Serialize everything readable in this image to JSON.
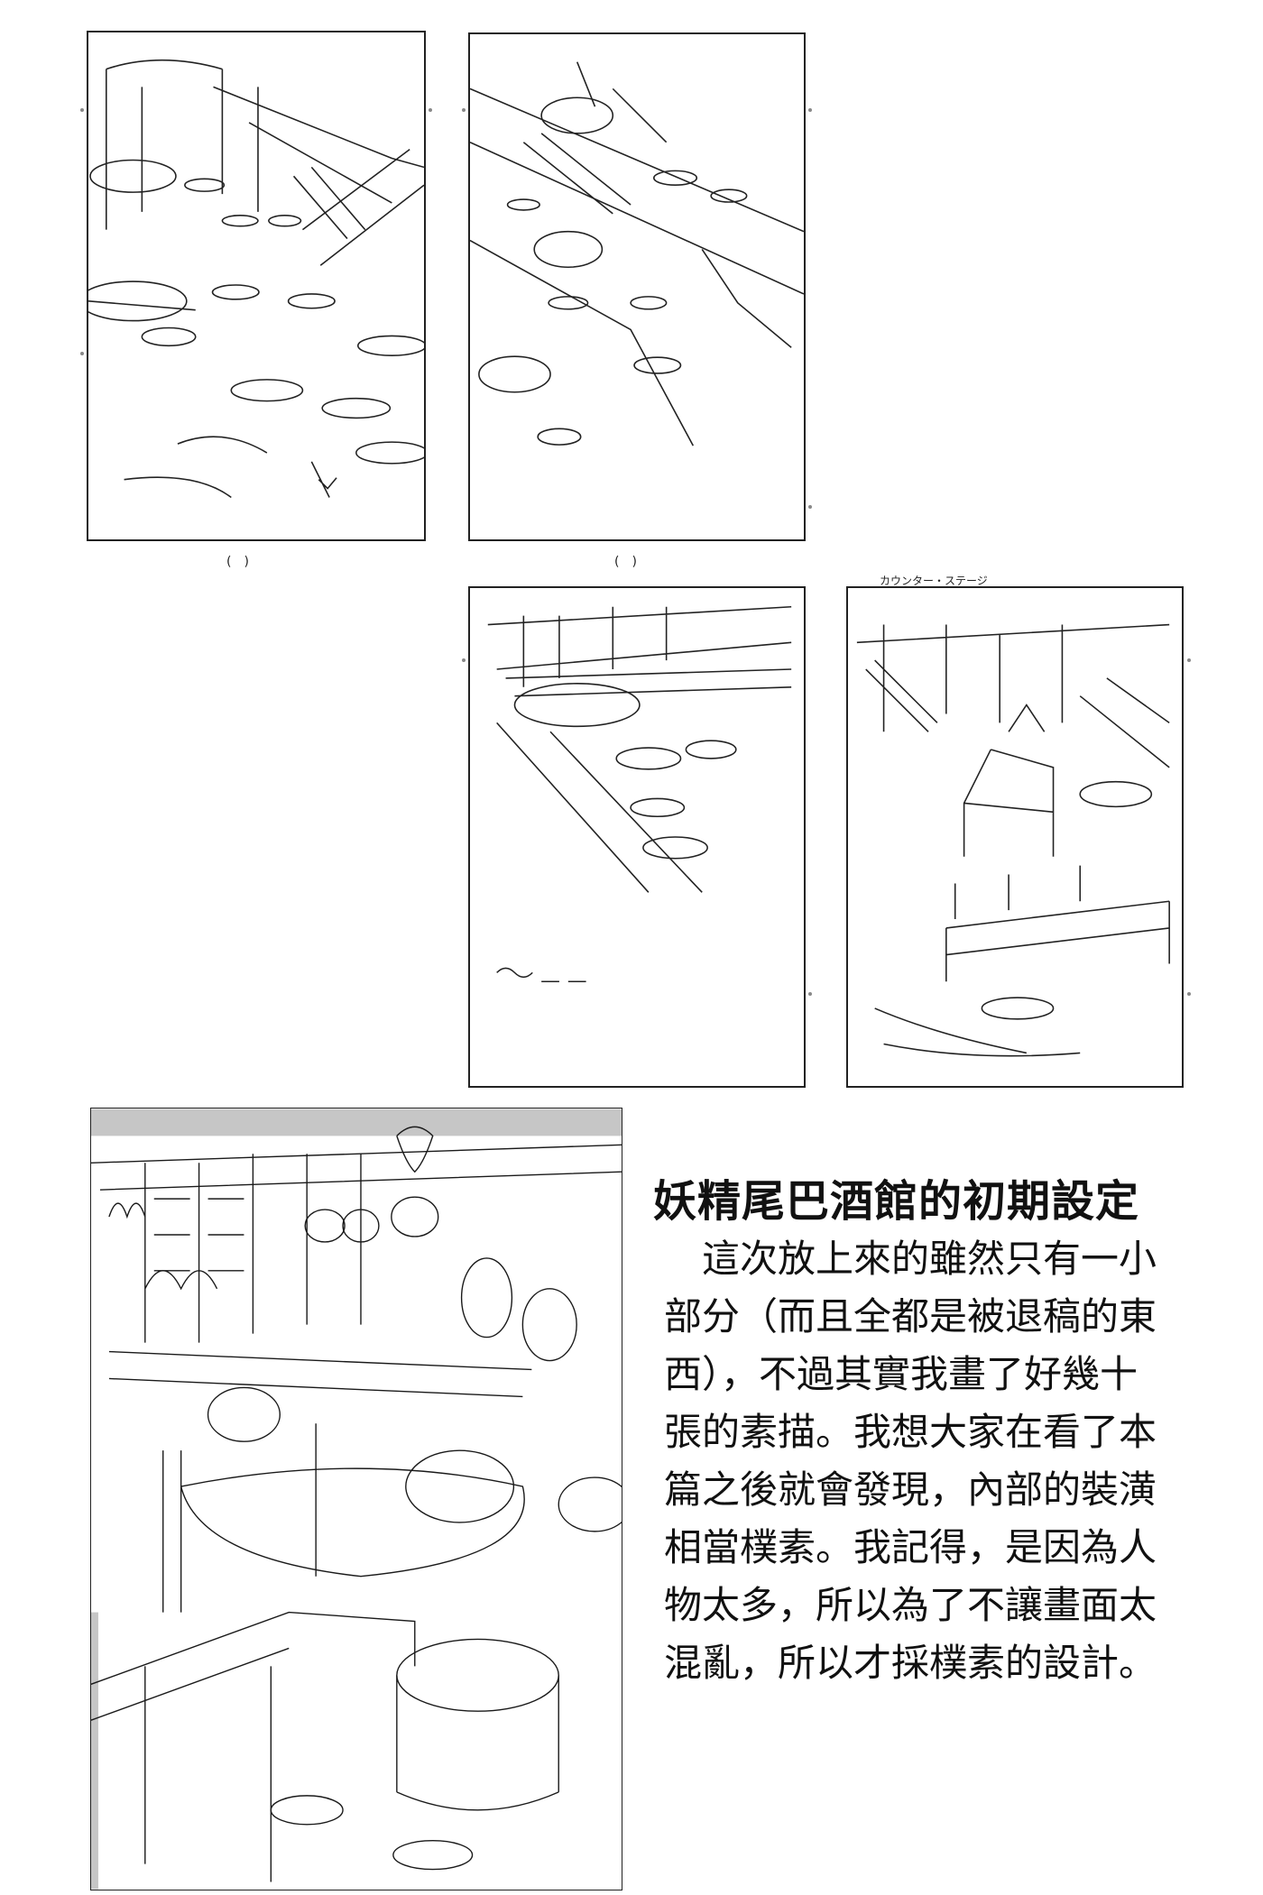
{
  "page": {
    "title": "妖精尾巴酒館的初期設定",
    "body_lines": [
      "這次放上來的雖然只有一小",
      "部分（而且全都是被退稿的東",
      "西），不過其實我畫了好幾十",
      "張的素描。我想大家在看了本",
      "篇之後就會發現，內部的裝潢",
      "相當樸素。我記得，是因為人",
      "物太多，所以為了不讓畫面太",
      "混亂，所以才採樸素的設計。"
    ]
  },
  "sketches": {
    "top_left_caption": "(　)",
    "top_right_caption": "(　)",
    "counter_stage_label": "カウンター・ステージ"
  }
}
